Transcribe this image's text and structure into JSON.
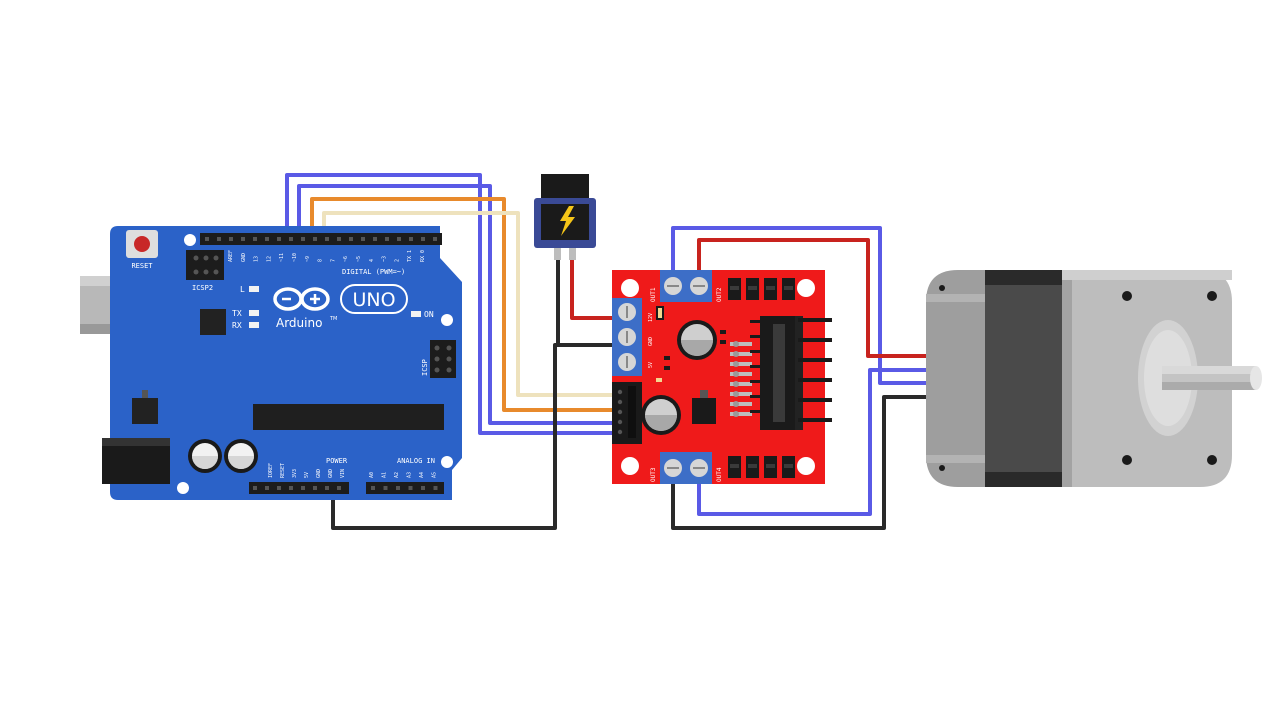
{
  "arduino": {
    "brand": "Arduino",
    "model": "UNO",
    "trademark": "TM",
    "reset_label": "RESET",
    "icsp2_label": "ICSP2",
    "icsp_label": "ICSP",
    "digital_label": "DIGITAL (PWM=~)",
    "power_label": "POWER",
    "analog_label": "ANALOG IN",
    "led_l": "L",
    "led_tx": "TX",
    "led_rx": "RX",
    "led_on": "ON",
    "digital_pins": [
      "AREF",
      "GND",
      "13",
      "12",
      "~11",
      "~10",
      "~9",
      "8",
      "7",
      "~6",
      "~5",
      "4",
      "~3",
      "2",
      "TX 1",
      "RX 0"
    ],
    "power_pins": [
      "IOREF",
      "RESET",
      "3V3",
      "5V",
      "GND",
      "GND",
      "VIN"
    ],
    "analog_pins": [
      "A0",
      "A1",
      "A2",
      "A3",
      "A4",
      "A5"
    ]
  },
  "driver": {
    "out1": "OUT1",
    "out2": "OUT2",
    "out3": "OUT3",
    "out4": "OUT4",
    "v12": "12V",
    "gnd": "GND",
    "v5": "5V"
  },
  "wire_colors": {
    "blue": "#5a5ae6",
    "orange": "#e88a2c",
    "cream": "#eee2bd",
    "red": "#c8231e",
    "black": "#2a2a2a"
  },
  "board_colors": {
    "arduino": "#2b62c8",
    "driver": "#ef1a1a",
    "motor_body": "#a3a3a3"
  }
}
